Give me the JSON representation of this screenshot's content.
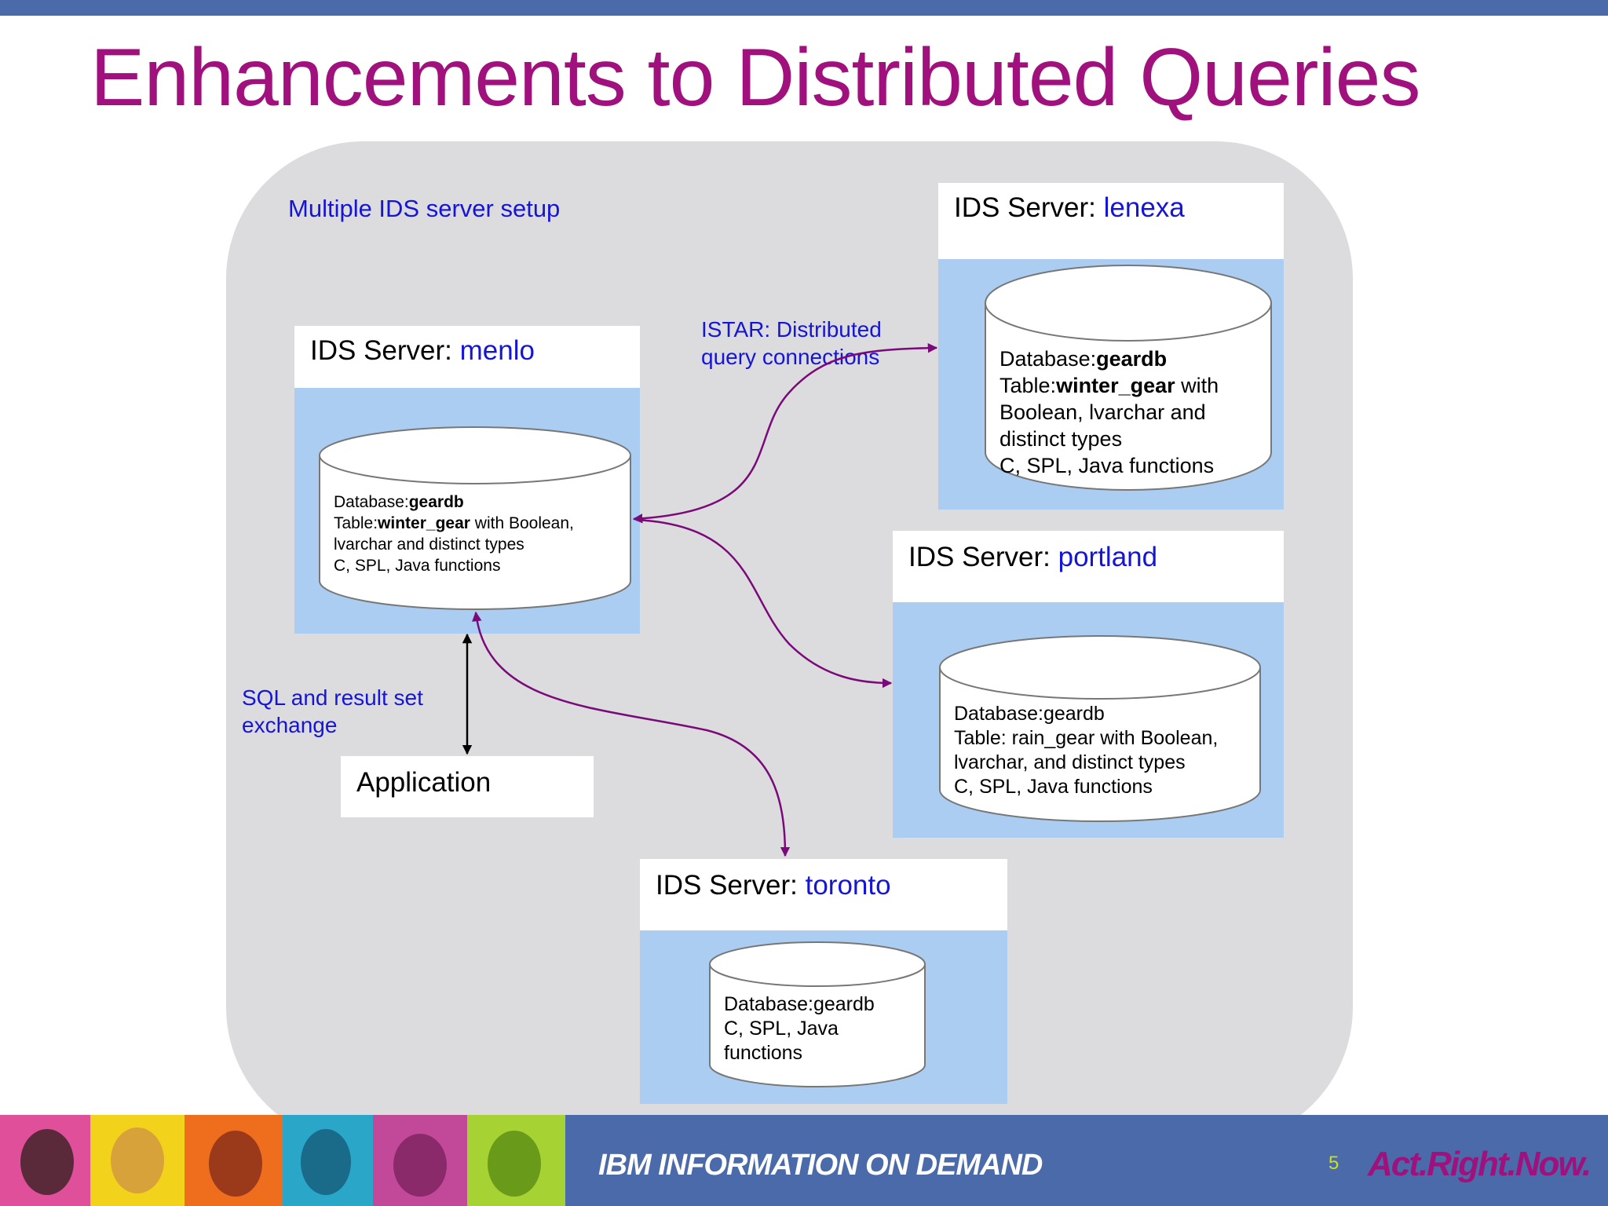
{
  "slide": {
    "title": "Enhancements to Distributed Queries",
    "page_number": "5"
  },
  "labels": {
    "setup": "Multiple IDS server setup",
    "istar_line1": "ISTAR: Distributed",
    "istar_line2": "query connections",
    "sql_line1": "SQL and result set",
    "sql_line2": "exchange"
  },
  "application": {
    "label": "Application"
  },
  "servers": {
    "menlo": {
      "prefix": "IDS Server: ",
      "name": "menlo",
      "db_label": "Database:",
      "db_name": "geardb",
      "table_label": "Table:",
      "table_name": "winter_gear",
      "table_rest": " with Boolean,",
      "line3": "lvarchar and distinct types",
      "line4": "C, SPL, Java functions"
    },
    "lenexa": {
      "prefix": "IDS Server: ",
      "name": "lenexa",
      "db_label": "Database:",
      "db_name": "geardb",
      "table_label": "Table:",
      "table_name": "winter_gear",
      "table_rest": " with",
      "line3": "Boolean, lvarchar and",
      "line4": "distinct types",
      "line5": "C, SPL, Java functions"
    },
    "portland": {
      "prefix": "IDS Server: ",
      "name": "portland",
      "line1": "Database:geardb",
      "line2": "Table: rain_gear with Boolean,",
      "line3": "lvarchar, and distinct types",
      "line4": "C, SPL, Java functions"
    },
    "toronto": {
      "prefix": "IDS Server: ",
      "name": "toronto",
      "line1": "Database:geardb",
      "line2": "C, SPL, Java",
      "line3": "functions"
    }
  },
  "footer": {
    "brand": "IBM INFORMATION ON DEMAND",
    "tagline": "Act.Right.Now."
  },
  "colors": {
    "title": "#a0117e",
    "label_blue": "#1515d6",
    "arrow_purple": "#7a0a7a",
    "server_blue": "#abcdf2",
    "panel_gray": "#dcdbdd",
    "footer_blue": "#4a6aaa"
  }
}
